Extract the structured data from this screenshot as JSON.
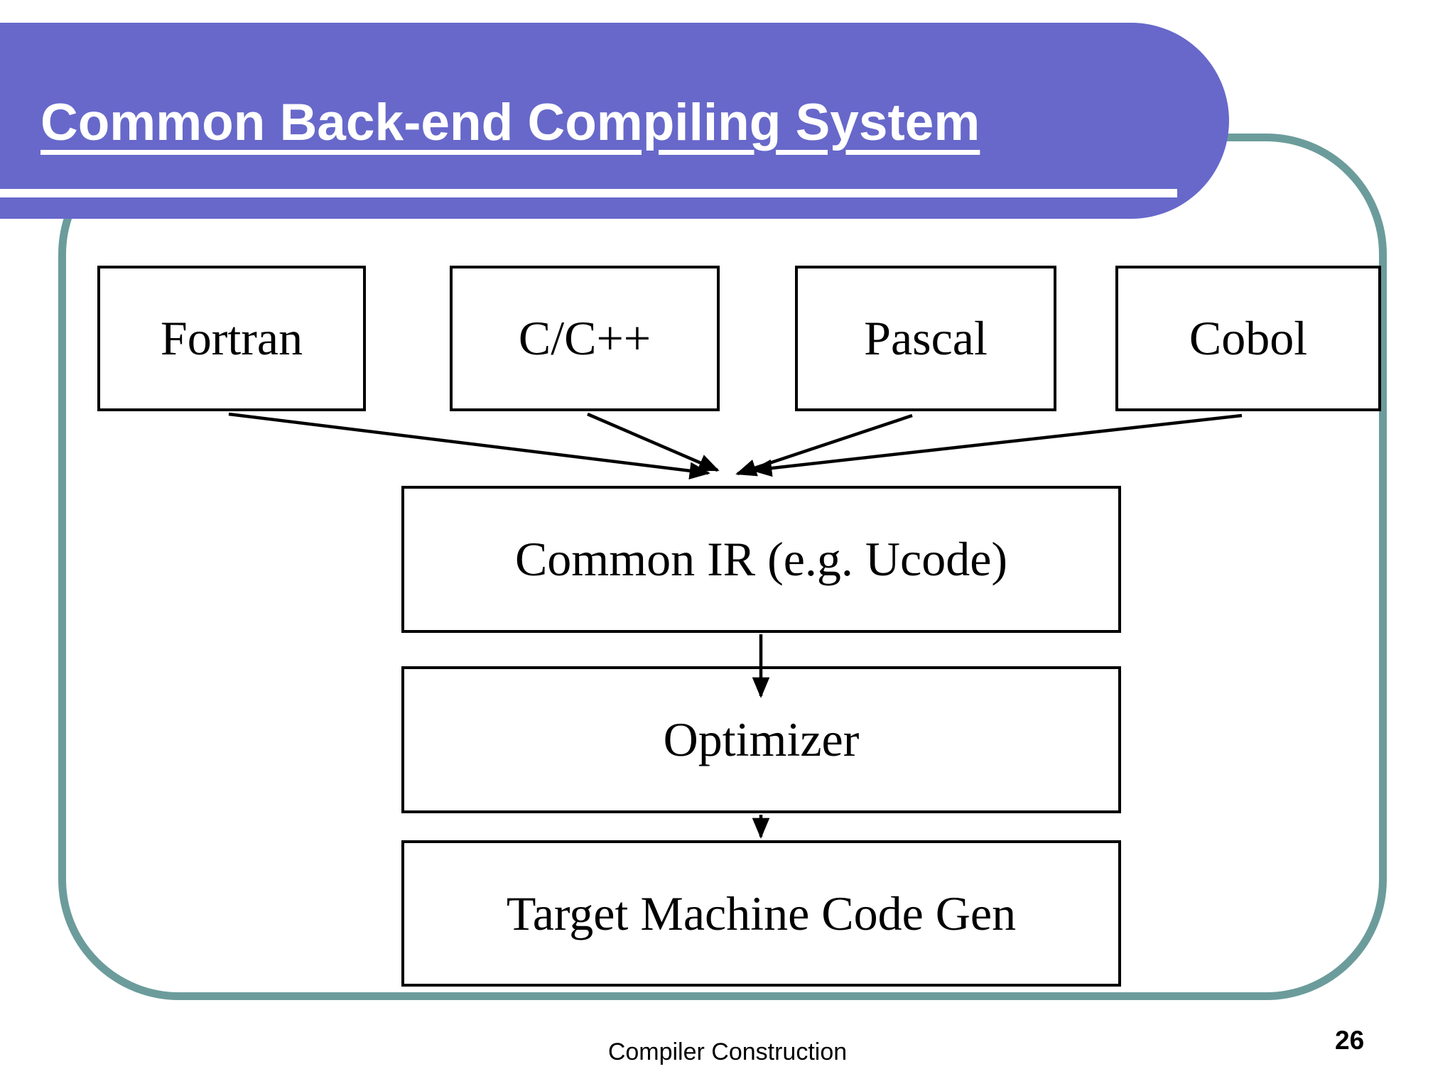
{
  "slide": {
    "title": "Common Back-end Compiling System",
    "footer": "Compiler Construction",
    "page_number": "26"
  },
  "colors": {
    "banner_purple": "#6768ca",
    "frame_teal": "#6b9c9b",
    "box_border": "#000000",
    "title_text": "#ffffff",
    "body_text": "#000000"
  },
  "diagram": {
    "source_languages": [
      {
        "label": "Fortran"
      },
      {
        "label": "C/C++"
      },
      {
        "label": "Pascal"
      },
      {
        "label": "Cobol"
      }
    ],
    "pipeline_stages": [
      {
        "label": "Common IR (e.g. Ucode)"
      },
      {
        "label": "Optimizer"
      },
      {
        "label": "Target Machine Code Gen"
      }
    ],
    "connections": [
      {
        "from": "Fortran",
        "to": "Common IR (e.g. Ucode)"
      },
      {
        "from": "C/C++",
        "to": "Common IR (e.g. Ucode)"
      },
      {
        "from": "Pascal",
        "to": "Common IR (e.g. Ucode)"
      },
      {
        "from": "Cobol",
        "to": "Common IR (e.g. Ucode)"
      },
      {
        "from": "Common IR (e.g. Ucode)",
        "to": "Optimizer"
      },
      {
        "from": "Optimizer",
        "to": "Target Machine Code Gen"
      }
    ]
  }
}
